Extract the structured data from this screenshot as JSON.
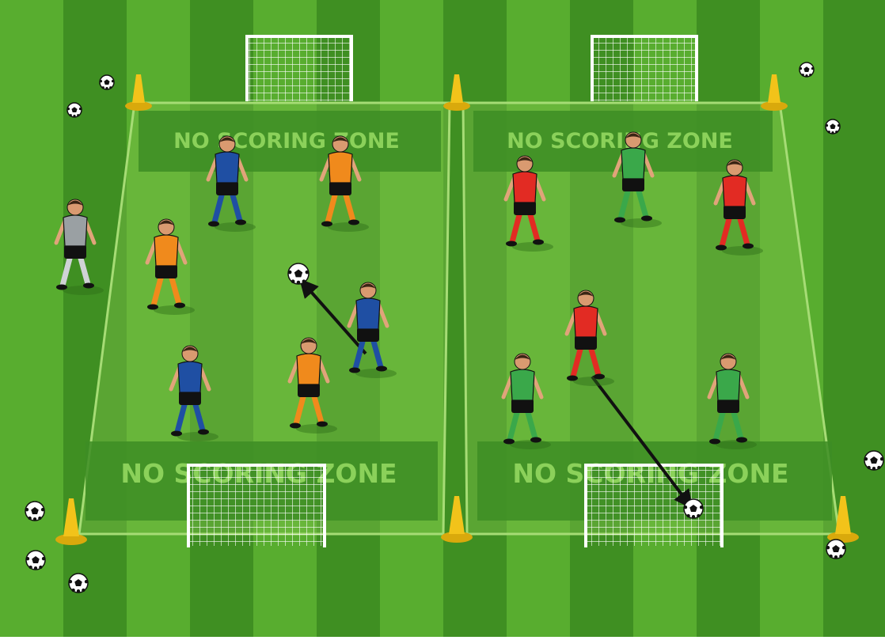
{
  "diagram": {
    "zones": {
      "top_left": "NO SCORING ZONE",
      "top_right": "NO SCORING ZONE",
      "bottom_left": "NO SCORING ZONE",
      "bottom_right": "NO SCORING ZONE"
    },
    "colors": {
      "grass_dark": "#3f8f22",
      "grass_light": "#58ad2f",
      "field_overlay": "#7cc24a",
      "zone_box": "#3d8d25",
      "zone_text": "#8bd15a",
      "team_blue": "#1f4fa3",
      "team_orange": "#f08a1c",
      "team_red": "#e22b23",
      "team_green": "#3aa84a",
      "neutral_grey": "#9aa0a3",
      "cone": "#f2c31a",
      "arrow": "#111111"
    },
    "teams": [
      {
        "team": "blue",
        "players": 3
      },
      {
        "team": "orange",
        "players": 3
      },
      {
        "team": "red",
        "players": 3
      },
      {
        "team": "green",
        "players": 3
      },
      {
        "team": "neutral-grey",
        "players": 1
      }
    ],
    "goals": 4,
    "cones": 6
  }
}
